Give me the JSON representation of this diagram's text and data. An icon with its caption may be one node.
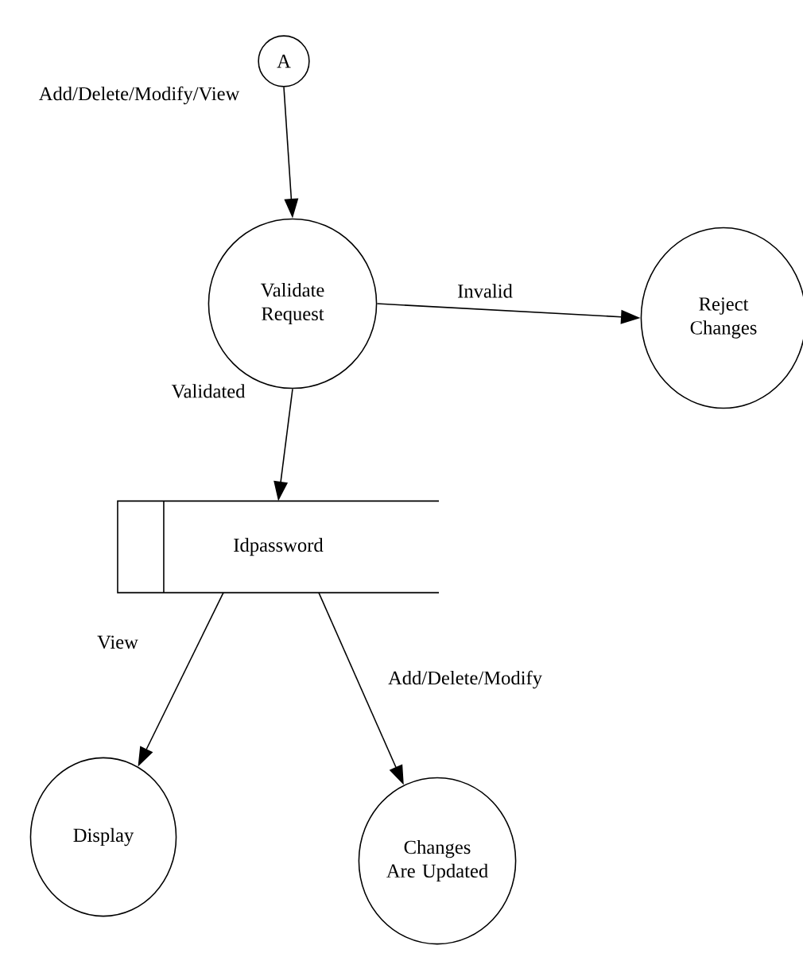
{
  "diagram": {
    "nodes": [
      {
        "text": [
          "A"
        ]
      },
      {
        "text": [
          "Validate Request"
        ]
      },
      {
        "text": [
          "Reject Changes"
        ]
      },
      {
        "text": [
          "Idpassword"
        ]
      },
      {
        "text": [
          "Display"
        ]
      },
      {
        "text": [
          "Changes Are Updated"
        ]
      }
    ],
    "edges": [
      {
        "from": 0,
        "to": 1,
        "arrow": "to",
        "label": "Add/Delete/Modify/View"
      },
      {
        "from": 1,
        "to": 2,
        "arrow": "to",
        "label": "Invalid"
      },
      {
        "from": 1,
        "to": 3,
        "arrow": "to",
        "label": "Validated"
      },
      {
        "from": 3,
        "to": 4,
        "arrow": "to",
        "label": "View"
      },
      {
        "from": 3,
        "to": 5,
        "arrow": "to",
        "label": "Add/Delete/Modify"
      }
    ]
  }
}
